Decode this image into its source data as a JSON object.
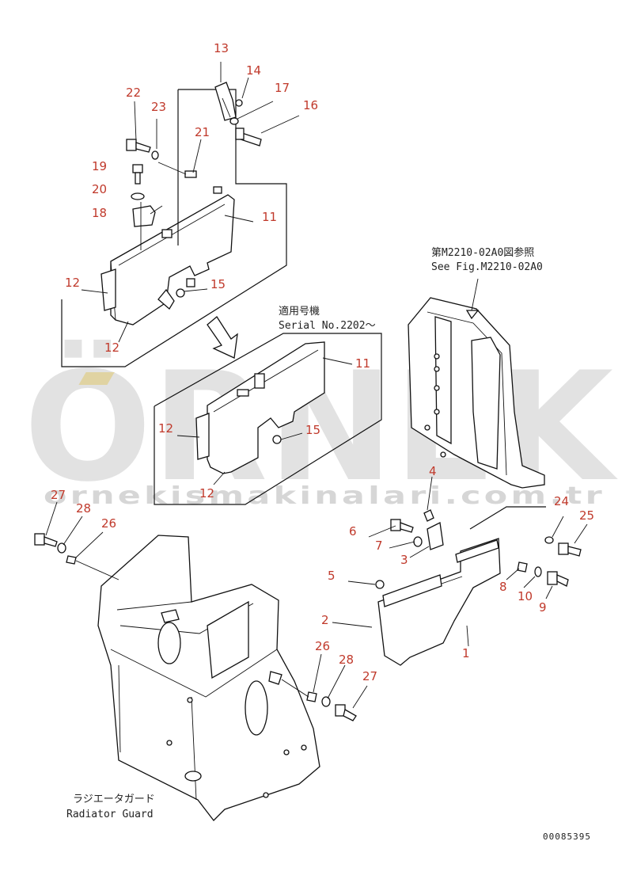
{
  "watermark": {
    "brand": "ÖRNEK",
    "url": "ornekismakinalari.com.tr",
    "accent_color": "#f5c400"
  },
  "references": {
    "see_fig_jp": "第M2210-02A0図参照",
    "see_fig_en": "See Fig.M2210-02A0",
    "serial_jp": "適用号機",
    "serial_en": "Serial No.2202～"
  },
  "radiator_guard": {
    "jp": "ラジエータガード",
    "en": "Radiator Guard"
  },
  "figure_number": "00085395",
  "callouts": {
    "c13": "13",
    "c14": "14",
    "c17": "17",
    "c16": "16",
    "c22": "22",
    "c23": "23",
    "c21": "21",
    "c19": "19",
    "c20": "20",
    "c18": "18",
    "c11a": "11",
    "c12a": "12",
    "c15a": "15",
    "c12b": "12",
    "c11b": "11",
    "c12c": "12",
    "c15b": "15",
    "c12d": "12",
    "c4": "4",
    "c6": "6",
    "c7": "7",
    "c3": "3",
    "c24": "24",
    "c25": "25",
    "c5": "5",
    "c8": "8",
    "c10": "10",
    "c9": "9",
    "c2": "2",
    "c1": "1",
    "c27a": "27",
    "c28a": "28",
    "c26a": "26",
    "c26b": "26",
    "c28b": "28",
    "c27b": "27"
  }
}
